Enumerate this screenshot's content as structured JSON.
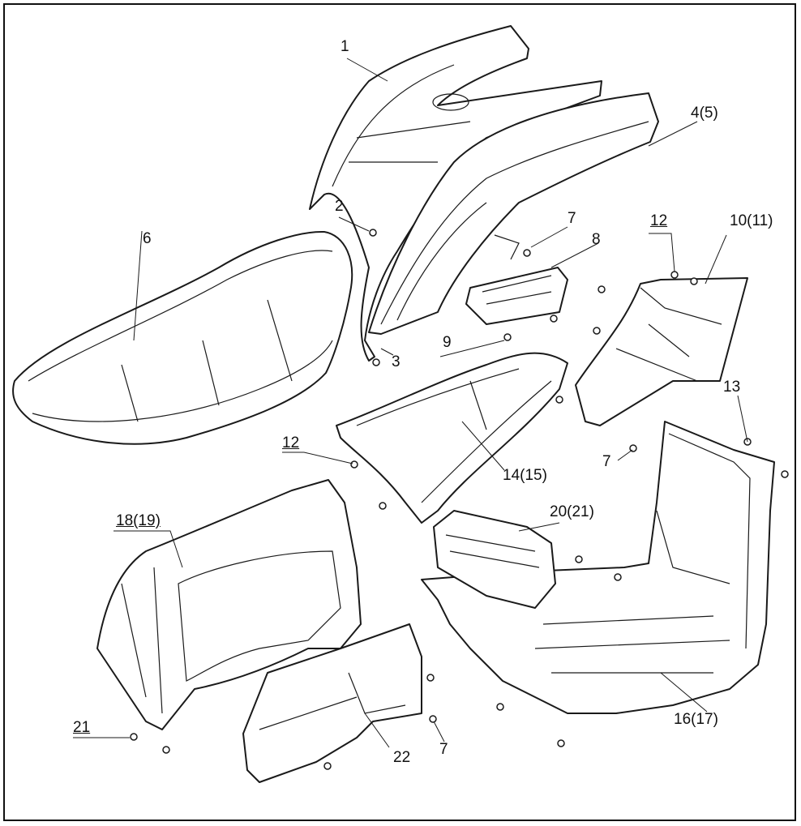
{
  "labels": {
    "l1": "1",
    "l2": "2",
    "l3": "3",
    "l4": "4(5)",
    "l6": "6",
    "l7a": "7",
    "l7b": "7",
    "l7c": "7",
    "l8": "8",
    "l9": "9",
    "l10": "10(11)",
    "l12a": "12",
    "l12b": "12",
    "l13": "13",
    "l14": "14(15)",
    "l16": "16(17)",
    "l18": "18(19)",
    "l20": "20(21)",
    "l21": "21",
    "l22": "22"
  }
}
